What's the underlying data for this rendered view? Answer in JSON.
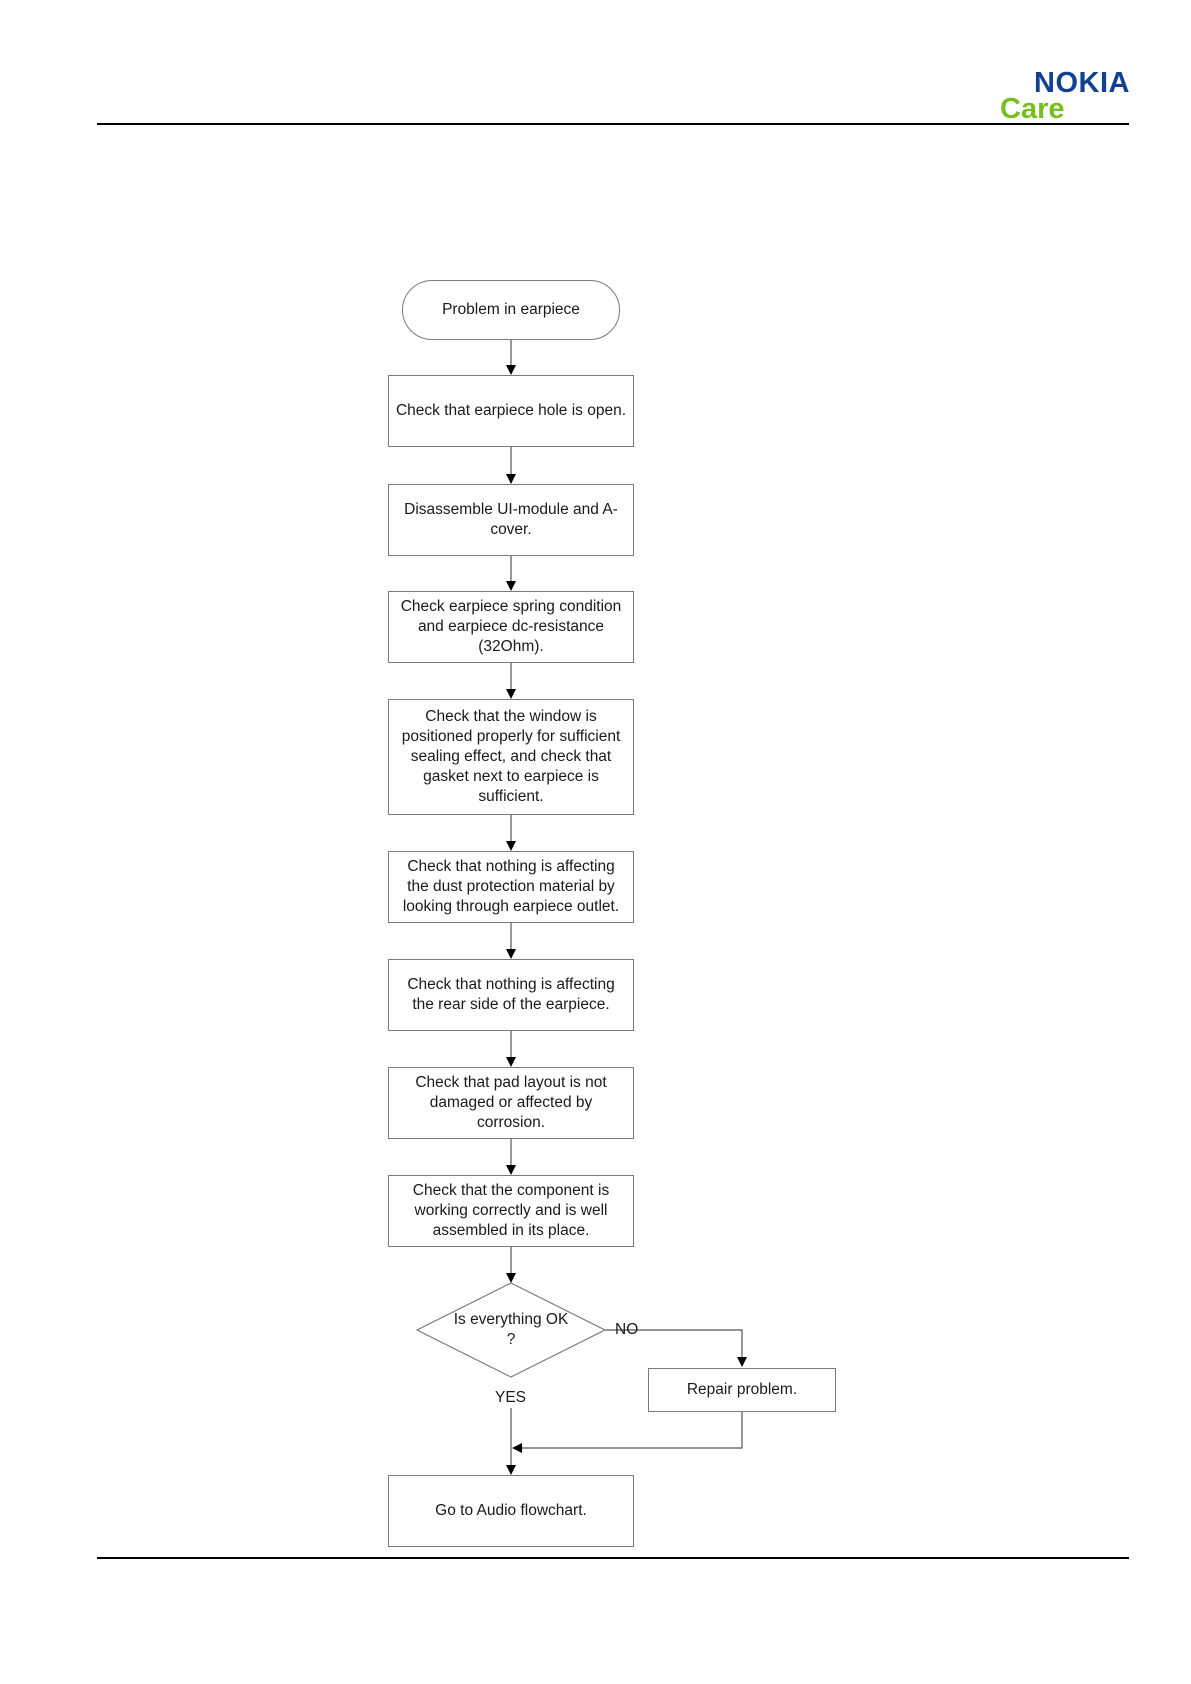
{
  "header": {
    "logo_brand": "NOKIA",
    "logo_sub": "Care",
    "brand_color": "#124191",
    "sub_color": "#78be20"
  },
  "flowchart": {
    "start": "Problem in earpiece",
    "steps": [
      "Check that earpiece hole is open.",
      "Disassemble UI-module and A-cover.",
      "Check earpiece spring condition and earpiece dc-resistance (32Ohm).",
      "Check that the window is positioned properly for sufficient sealing effect, and check that gasket next to earpiece is sufficient.",
      "Check that nothing is affecting the dust protection material by looking through earpiece outlet.",
      "Check that nothing is affecting the rear side of the earpiece.",
      "Check that pad layout is not damaged or affected by corrosion.",
      "Check that the component is working correctly and is well assembled in its place."
    ],
    "decision": "Is everything OK ?",
    "no_label": "NO",
    "yes_label": "YES",
    "repair": "Repair problem.",
    "end": "Go to Audio flowchart."
  }
}
